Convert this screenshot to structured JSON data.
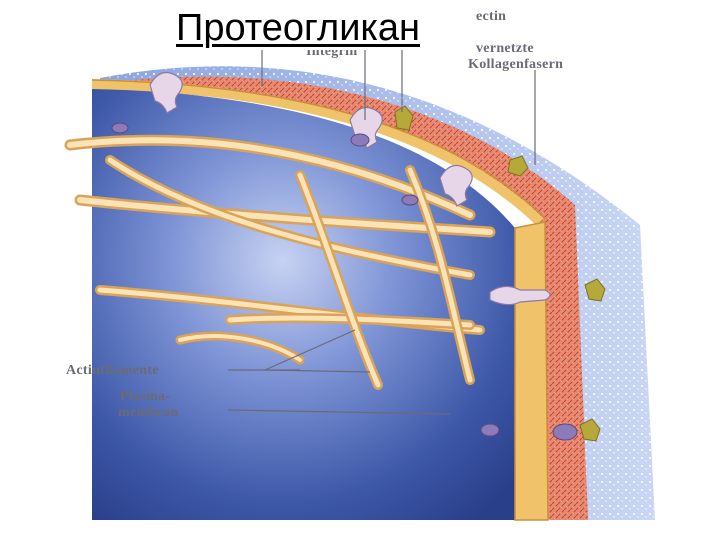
{
  "slide": {
    "title": "Протеогликан"
  },
  "labels": {
    "integrin": "Integrin",
    "fibronectin_partial": "ectin",
    "vernetzte": "vernetzte",
    "kollagenfasern": "Kollagenfasern",
    "actinfilamente": "Actinfilamente",
    "plasma": "Plasma-",
    "membran": "membran"
  },
  "colors": {
    "cytoplasm": "#2d4a9a",
    "membrane": "#f0c36b",
    "collagen": "#d9553a",
    "matrix": "#6f8fd8",
    "filament": "#f2c98a",
    "integrin": "#e6d6e8",
    "fibronectin": "#b7a83a"
  }
}
